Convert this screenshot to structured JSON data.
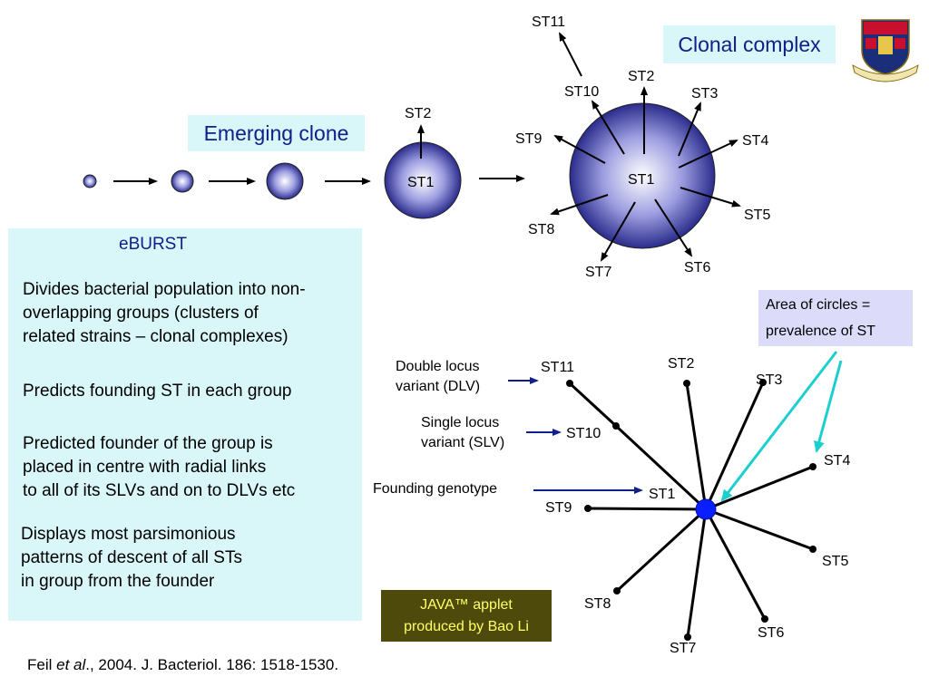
{
  "emerging_clone": "Emerging clone",
  "clonal_complex": "Clonal complex",
  "top_diagram": {
    "small_center": "ST1",
    "small_child": "ST2",
    "big_center": "ST1",
    "big_children": [
      "ST2",
      "ST3",
      "ST4",
      "ST5",
      "ST6",
      "ST7",
      "ST8",
      "ST9",
      "ST10"
    ],
    "dlv": "ST11"
  },
  "eburst": {
    "title": "eBURST",
    "paragraphs": [
      "Divides bacterial population into non-\noverlapping groups (clusters of\nrelated strains – clonal complexes)",
      "Predicts founding ST in each group",
      "Predicted founder of the group is\nplaced in centre with radial links\nto all of its SLVs and on to DLVs etc",
      "Displays most parsimonious\npatterns of descent of all STs\nin group from the founder"
    ]
  },
  "area_note": "Area of circles =\nprevalence of ST",
  "graph": {
    "center": "ST1",
    "nodes": [
      "ST2",
      "ST3",
      "ST4",
      "ST5",
      "ST6",
      "ST7",
      "ST8",
      "ST9",
      "ST10",
      "ST11"
    ],
    "dlv_label": "Double locus\nvariant (DLV)",
    "slv_label": "Single locus\nvariant (SLV)",
    "founding_label": "Founding genotype"
  },
  "java_note": [
    "JAVA™ applet",
    "produced by Bao Li"
  ],
  "citation": {
    "author": "Feil ",
    "etal": "et al",
    "rest": "., 2004. J. Bacteriol. 186: 1518-1530."
  },
  "colors": {
    "navy": "#10208a",
    "circle_dark": "#2a2c8c",
    "node_blue": "#0a1fff",
    "cyan_arrow": "#1ccfcf",
    "panel_cyan": "#d9f6f9"
  },
  "icons": [
    "college-crest-icon"
  ]
}
